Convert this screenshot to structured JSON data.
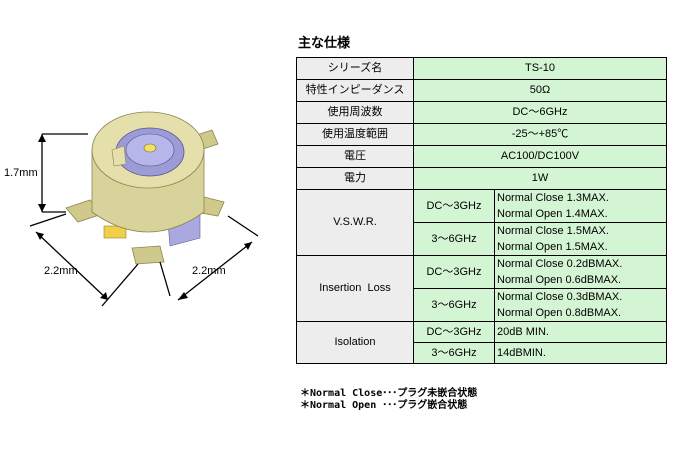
{
  "figure": {
    "height_label": "1.7mm",
    "width_left_label": "2.2mm",
    "width_right_label": "2.2mm"
  },
  "spec": {
    "title": "主な仕様",
    "rows": [
      {
        "label": "シリーズ名",
        "value": "TS-10"
      },
      {
        "label": "特性インピーダンス",
        "value": "50Ω"
      },
      {
        "label": "使用周波数",
        "value": "DC～6GHz"
      },
      {
        "label": "使用温度範囲",
        "value": "-25～+85℃"
      },
      {
        "label": "電圧",
        "value": "AC100/DC100V"
      },
      {
        "label": "電力",
        "value": "1W"
      }
    ],
    "vswr": {
      "label": "V.S.W.R.",
      "rows": [
        {
          "band": "DC～3GHz",
          "lines": [
            "Normal Close 1.3MAX.",
            "Normal Open  1.4MAX."
          ]
        },
        {
          "band": "3～6GHz",
          "lines": [
            "Normal Close 1.5MAX.",
            "Normal Open  1.5MAX."
          ]
        }
      ]
    },
    "insertion_loss": {
      "label": "Insertion  Loss",
      "rows": [
        {
          "band": "DC～3GHz",
          "lines": [
            "Normal Close 0.2dBMAX.",
            "Normal Open  0.6dBMAX."
          ]
        },
        {
          "band": "3～6GHz",
          "lines": [
            "Normal Close 0.3dBMAX.",
            "Normal Open  0.8dBMAX."
          ]
        }
      ]
    },
    "isolation": {
      "label": "Isolation",
      "rows": [
        {
          "band": "DC～3GHz",
          "value": "20dB MIN."
        },
        {
          "band": "3～6GHz",
          "value": "14dBMIN."
        }
      ]
    }
  },
  "notes": [
    "＊Normal Close･･･プラグ未嵌合状態",
    "＊Normal Open ･･･プラグ嵌合状態"
  ],
  "colors": {
    "label_bg": "#ededed",
    "value_bg": "#d4f5d4",
    "body_tan": "#d8d39a",
    "contact_purple": "#9c9bd6"
  }
}
